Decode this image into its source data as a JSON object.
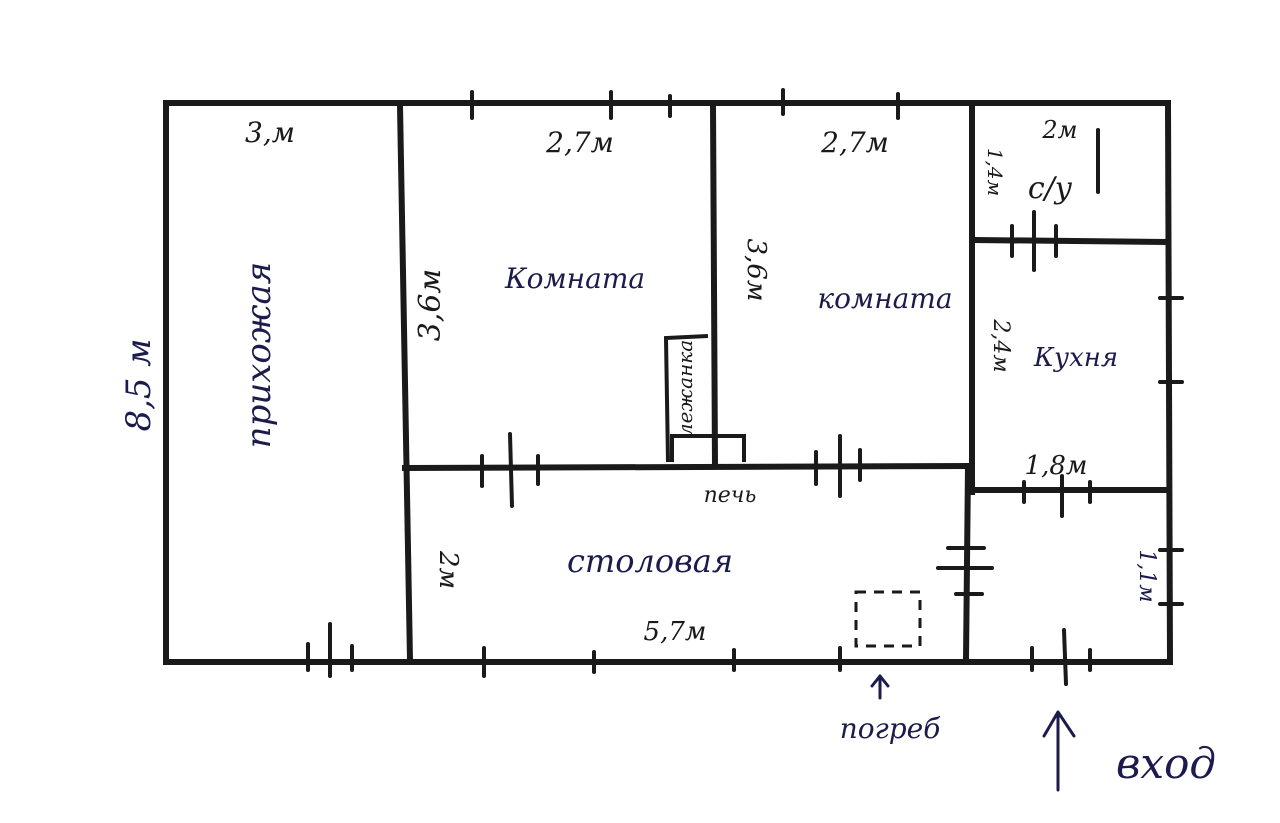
{
  "colors": {
    "ink": "#1b1b4d",
    "wall": "#1a1a1a",
    "paper": "#ffffff"
  },
  "outer_height": "8,5 м",
  "rooms": {
    "hall": {
      "label": "прихожая",
      "width": "3,м"
    },
    "room1": {
      "label": "Комната",
      "width": "2,7м",
      "height": "3,6м"
    },
    "room2": {
      "label": "комната",
      "width": "2,7м",
      "height": "3,6м"
    },
    "wc": {
      "label": "с/у",
      "width": "2м",
      "height": "1,4м"
    },
    "kitchen": {
      "label": "Кухня",
      "height": "2,4м",
      "width": "1,8м"
    },
    "dining": {
      "label": "столовая",
      "height": "2м",
      "width": "5,7м"
    },
    "vestibule": {
      "height": "1,1м"
    }
  },
  "objects": {
    "bed": "лежанка",
    "stove": "печь",
    "cellar": "погреб"
  },
  "entrance": "вход"
}
